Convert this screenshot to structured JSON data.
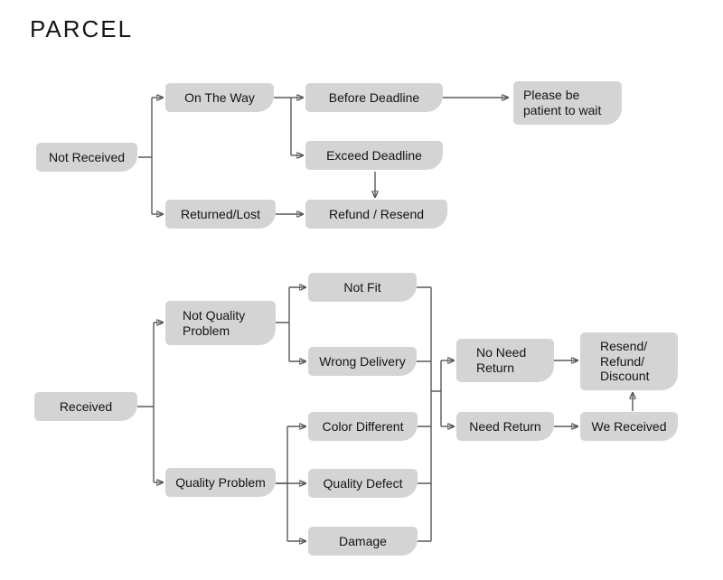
{
  "title": "PARCEL",
  "colors": {
    "background": "#ffffff",
    "node_fill": "#d4d4d4",
    "line": "#595959",
    "arrowhead": "#000000",
    "text": "#141414"
  },
  "diagram": {
    "nodes": {
      "not_received": {
        "label": "Not Received"
      },
      "on_the_way": {
        "label": "On The Way"
      },
      "before_deadline": {
        "label": "Before Deadline"
      },
      "please_wait": {
        "label": "Please be\npatient to wait"
      },
      "exceed_deadline": {
        "label": "Exceed Deadline"
      },
      "returned_lost": {
        "label": "Returned/Lost"
      },
      "refund_resend": {
        "label": "Refund / Resend"
      },
      "received": {
        "label": "Received"
      },
      "not_quality_problem": {
        "label": "Not Quality\nProblem"
      },
      "not_fit": {
        "label": "Not Fit"
      },
      "wrong_delivery": {
        "label": "Wrong Delivery"
      },
      "quality_problem": {
        "label": "Quality Problem"
      },
      "color_different": {
        "label": "Color Different"
      },
      "quality_defect": {
        "label": "Quality Defect"
      },
      "damage": {
        "label": "Damage"
      },
      "no_need_return": {
        "label": "No Need\nReturn"
      },
      "need_return": {
        "label": "Need Return"
      },
      "resend_refund_discount": {
        "label": "Resend/\nRefund/\nDiscount"
      },
      "we_received": {
        "label": "We Received"
      }
    },
    "edges": [
      {
        "from": "Not Received",
        "to": "On The Way"
      },
      {
        "from": "Not Received",
        "to": "Returned/Lost"
      },
      {
        "from": "On The Way",
        "to": "Before Deadline"
      },
      {
        "from": "On The Way",
        "to": "Exceed Deadline"
      },
      {
        "from": "Before Deadline",
        "to": "Please be patient to wait"
      },
      {
        "from": "Exceed Deadline",
        "to": "Refund / Resend"
      },
      {
        "from": "Returned/Lost",
        "to": "Refund / Resend"
      },
      {
        "from": "Received",
        "to": "Not Quality Problem"
      },
      {
        "from": "Received",
        "to": "Quality Problem"
      },
      {
        "from": "Not Quality Problem",
        "to": "Not Fit"
      },
      {
        "from": "Not Quality Problem",
        "to": "Wrong Delivery"
      },
      {
        "from": "Quality Problem",
        "to": "Color Different"
      },
      {
        "from": "Quality Problem",
        "to": "Quality Defect"
      },
      {
        "from": "Quality Problem",
        "to": "Damage"
      },
      {
        "from": [
          "Not Fit",
          "Wrong Delivery",
          "Color Different",
          "Quality Defect",
          "Damage"
        ],
        "to": [
          "No Need Return",
          "Need Return"
        ]
      },
      {
        "from": "No Need Return",
        "to": "Resend/Refund/Discount"
      },
      {
        "from": "Need Return",
        "to": "We Received"
      },
      {
        "from": "We Received",
        "to": "Resend/Refund/Discount"
      }
    ]
  }
}
